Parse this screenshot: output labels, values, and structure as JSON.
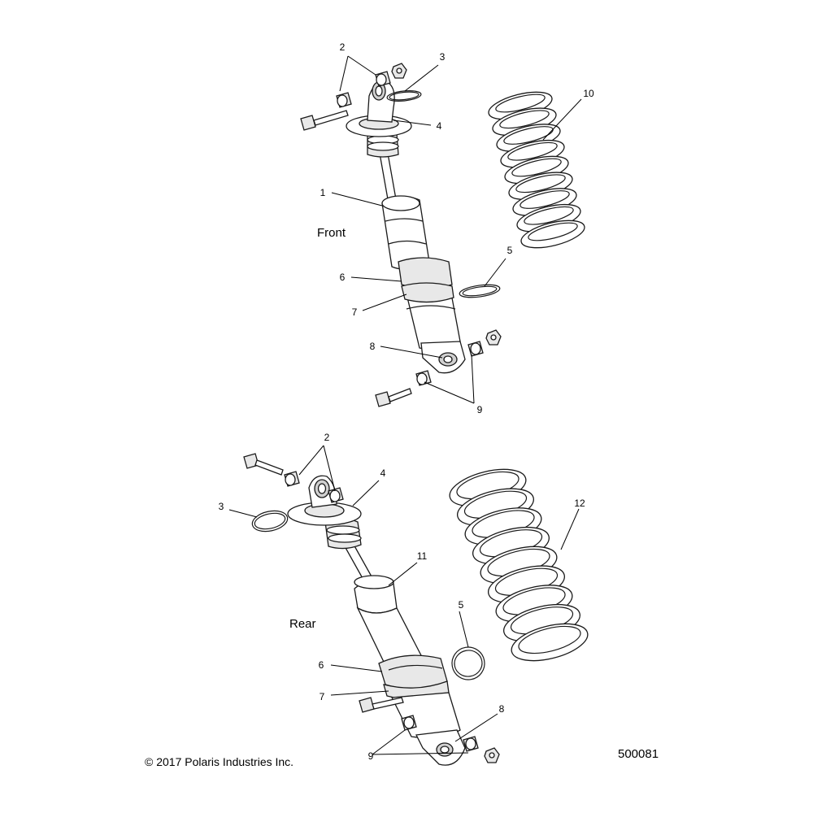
{
  "labels": {
    "front": "Front",
    "rear": "Rear"
  },
  "callouts": {
    "front": {
      "c1": "1",
      "c2": "2",
      "c3": "3",
      "c4": "4",
      "c5": "5",
      "c6": "6",
      "c7": "7",
      "c8": "8",
      "c9": "9",
      "c10": "10"
    },
    "rear": {
      "c2": "2",
      "c3": "3",
      "c4": "4",
      "c5": "5",
      "c6": "6",
      "c7": "7",
      "c8": "8",
      "c9": "9",
      "c11": "11",
      "c12": "12"
    }
  },
  "footer": {
    "copyright": "© 2017 Polaris Industries Inc.",
    "diagram_number": "500081"
  }
}
